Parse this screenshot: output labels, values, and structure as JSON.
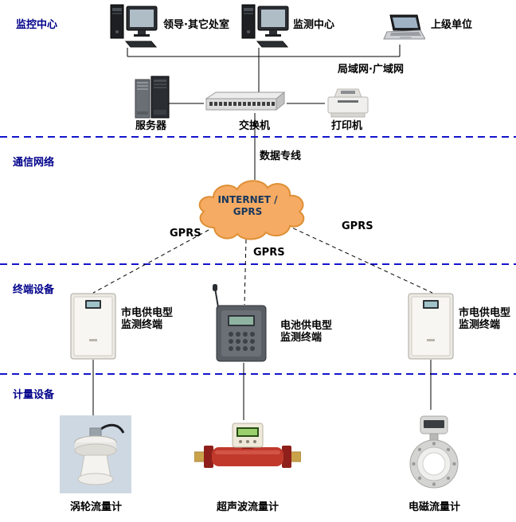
{
  "sections": {
    "monitoring_center": "监控中心",
    "communication_network": "通信网络",
    "terminal_devices": "终端设备",
    "metering_devices": "计量设备"
  },
  "monitoring": {
    "pc_leader_label": "领导·其它处室",
    "pc_center_label": "监测中心",
    "laptop_label": "上级单位",
    "lan_label": "局域网·广域网",
    "server_label": "服务器",
    "switch_label": "交换机",
    "printer_label": "打印机"
  },
  "network": {
    "data_line_label": "数据专线",
    "cloud": {
      "line1": "INTERNET /",
      "line2": "GPRS"
    },
    "gprs_left": "GPRS",
    "gprs_center": "GPRS",
    "gprs_right": "GPRS"
  },
  "terminals": {
    "left": {
      "line1": "市电供电型",
      "line2": "监测终端"
    },
    "middle": {
      "line1": "电池供电型",
      "line2": "监测终端"
    },
    "right": {
      "line1": "市电供电型",
      "line2": "监测终端"
    }
  },
  "meters": {
    "turbine_label": "涡轮流量计",
    "ultrasonic_label": "超声波流量计",
    "electromagnetic_label": "电磁流量计"
  },
  "colors": {
    "section_text": "#00008B",
    "divider_blue": "#1414CC",
    "cloud_fill": "#F5AB63",
    "cloud_stroke": "#DE8F35",
    "cloud_text": "#17375E",
    "connector_black": "#000000"
  }
}
